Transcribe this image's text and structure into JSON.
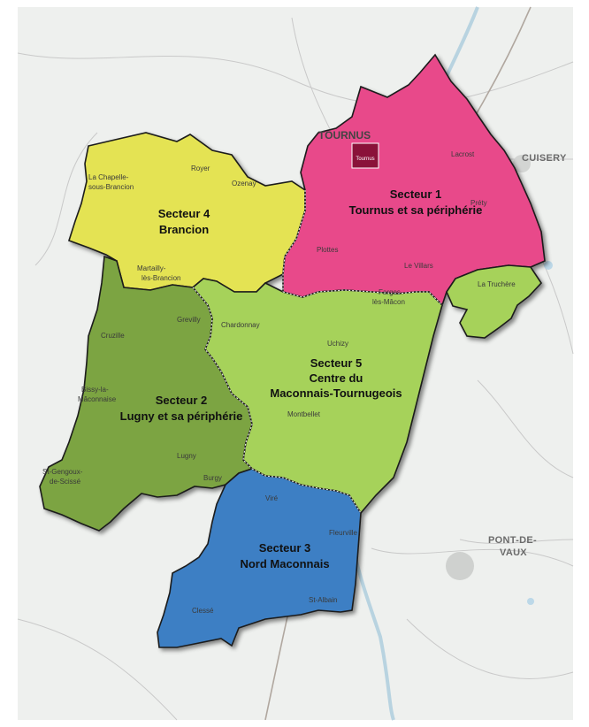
{
  "map": {
    "sectors": [
      {
        "id": "secteur-1",
        "line1": "Secteur 1",
        "line2": "Tournus et sa périphérie",
        "color": "#e8488a"
      },
      {
        "id": "secteur-2",
        "line1": "Secteur 2",
        "line2": "Lugny et sa périphérie",
        "color": "#7ca443"
      },
      {
        "id": "secteur-3",
        "line1": "Secteur 3",
        "line2": "Nord Maconnais",
        "color": "#3c7fc4"
      },
      {
        "id": "secteur-4",
        "line1": "Secteur 4",
        "line2": "Brancion",
        "color": "#e4e352"
      },
      {
        "id": "secteur-5",
        "line1": "Secteur 5",
        "line2": "Centre du",
        "line3": "Maconnais-Tournugeois",
        "color": "#a6d25a"
      }
    ],
    "places": {
      "tournus": "TOURNUS",
      "tournus_box": "Tournus",
      "lacrost": "Lacrost",
      "preaty": "Préty",
      "plottes": "Plottes",
      "le_villars": "Le Villars",
      "la_truchere": "La Truchère",
      "farges_1": "Farges-",
      "farges_2": "lès-Mâcon",
      "royer": "Royer",
      "ozenay": "Ozenay",
      "chapelle_1": "La Chapelle-",
      "chapelle_2": "sous-Brancion",
      "martailly_1": "Martailly-",
      "martailly_2": "lès-Brancion",
      "grevilly": "Grevilly",
      "chardonnay": "Chardonnay",
      "uchizy": "Uchizy",
      "cruzille": "Cruzille",
      "bissy_1": "Bissy-la-",
      "bissy_2": "Mâconnaise",
      "lugny": "Lugny",
      "burgy": "Burgy",
      "montbellet": "Montbellet",
      "st_gengoux_1": "St-Gengoux-",
      "st_gengoux_2": "de-Scissé",
      "vire": "Viré",
      "fleurville": "Fleurville",
      "clesse": "Clessé",
      "st_albain": "St-Albain"
    },
    "outside": {
      "cuisery": "CUISERY",
      "pont_de_vaux_1": "PONT-DE-",
      "pont_de_vaux_2": "VAUX"
    }
  }
}
